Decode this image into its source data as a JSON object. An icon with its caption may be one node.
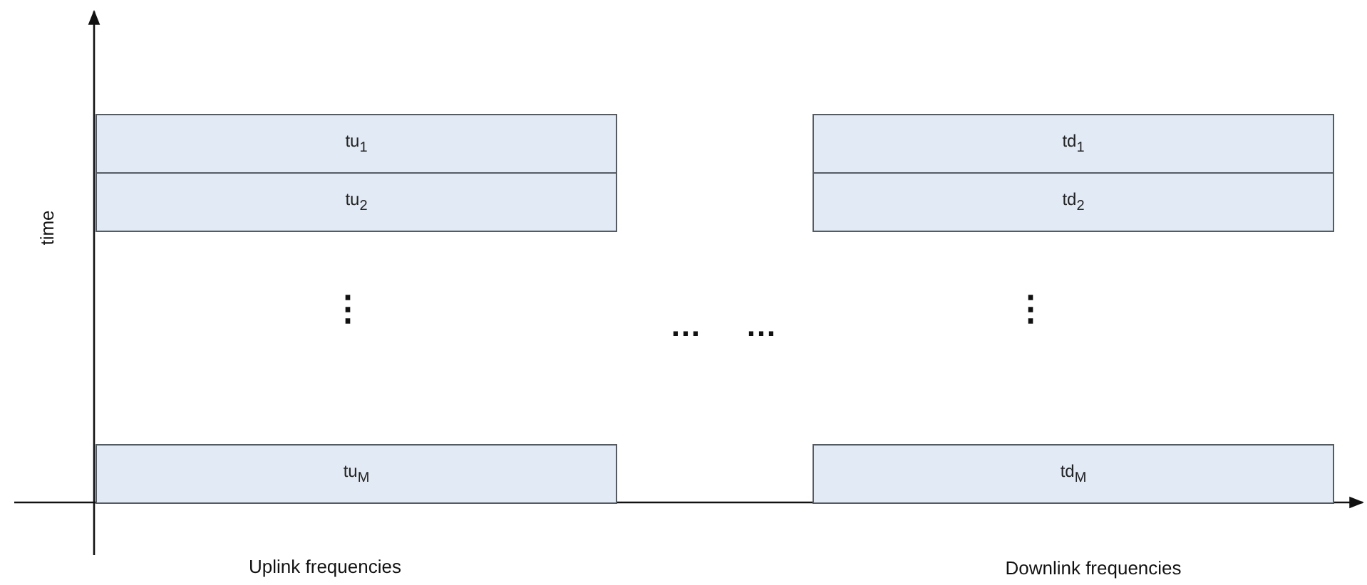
{
  "diagram": {
    "nodes": [
      {
        "text": [
          "tu$_{1}$"
        ]
      },
      {
        "text": [
          "tu$_{2}$"
        ]
      },
      {
        "text": [
          "td$_{1}$"
        ]
      },
      {
        "text": [
          "td$_{2}$"
        ]
      },
      {
        "text": [
          "tu$_{M}$"
        ]
      },
      {
        "text": [
          "td$_{M}$"
        ]
      }
    ],
    "edges": [],
    "labels": [
      "time",
      "⋮",
      "⋮",
      "…",
      "…",
      "Uplink frequencies",
      "Downlink frequencies"
    ]
  }
}
